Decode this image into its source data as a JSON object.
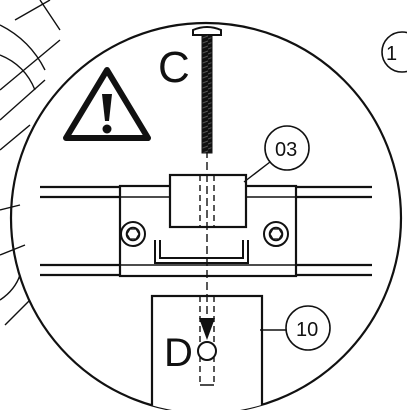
{
  "labels": {
    "screw_letter": "C",
    "part_03": "03",
    "hole_letter": "D",
    "part_10": "10",
    "step_number_partial": "1"
  },
  "icons": {
    "warning": "warning-triangle-icon"
  },
  "colors": {
    "ink": "#111111",
    "paper": "#ffffff"
  }
}
